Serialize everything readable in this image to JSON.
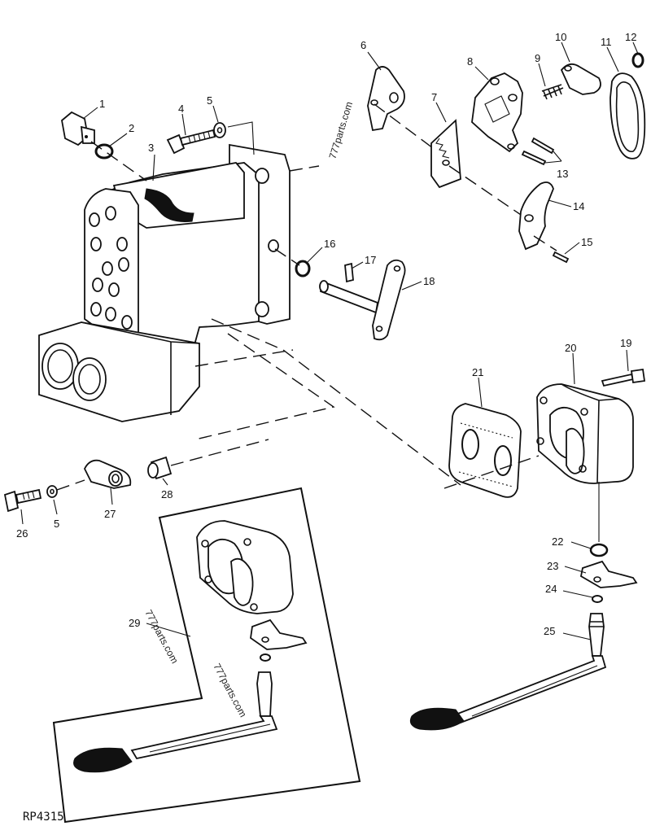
{
  "figure_code": "RP4315",
  "watermarks": [
    "777parts.com",
    "777parts.com",
    "777parts.com"
  ],
  "callouts": [
    {
      "id": "c1",
      "text": "1"
    },
    {
      "id": "c2",
      "text": "2"
    },
    {
      "id": "c3",
      "text": "3"
    },
    {
      "id": "c4",
      "text": "4"
    },
    {
      "id": "c5a",
      "text": "5"
    },
    {
      "id": "c6",
      "text": "6"
    },
    {
      "id": "c7",
      "text": "7"
    },
    {
      "id": "c8",
      "text": "8"
    },
    {
      "id": "c9",
      "text": "9"
    },
    {
      "id": "c10",
      "text": "10"
    },
    {
      "id": "c11",
      "text": "11"
    },
    {
      "id": "c12",
      "text": "12"
    },
    {
      "id": "c13",
      "text": "13"
    },
    {
      "id": "c14",
      "text": "14"
    },
    {
      "id": "c15",
      "text": "15"
    },
    {
      "id": "c16",
      "text": "16"
    },
    {
      "id": "c17",
      "text": "17"
    },
    {
      "id": "c18",
      "text": "18"
    },
    {
      "id": "c19",
      "text": "19"
    },
    {
      "id": "c20",
      "text": "20"
    },
    {
      "id": "c21",
      "text": "21"
    },
    {
      "id": "c22",
      "text": "22"
    },
    {
      "id": "c23",
      "text": "23"
    },
    {
      "id": "c24",
      "text": "24"
    },
    {
      "id": "c25",
      "text": "25"
    },
    {
      "id": "c26",
      "text": "26"
    },
    {
      "id": "c5b",
      "text": "5"
    },
    {
      "id": "c27",
      "text": "27"
    },
    {
      "id": "c28",
      "text": "28"
    },
    {
      "id": "c29",
      "text": "29"
    }
  ]
}
